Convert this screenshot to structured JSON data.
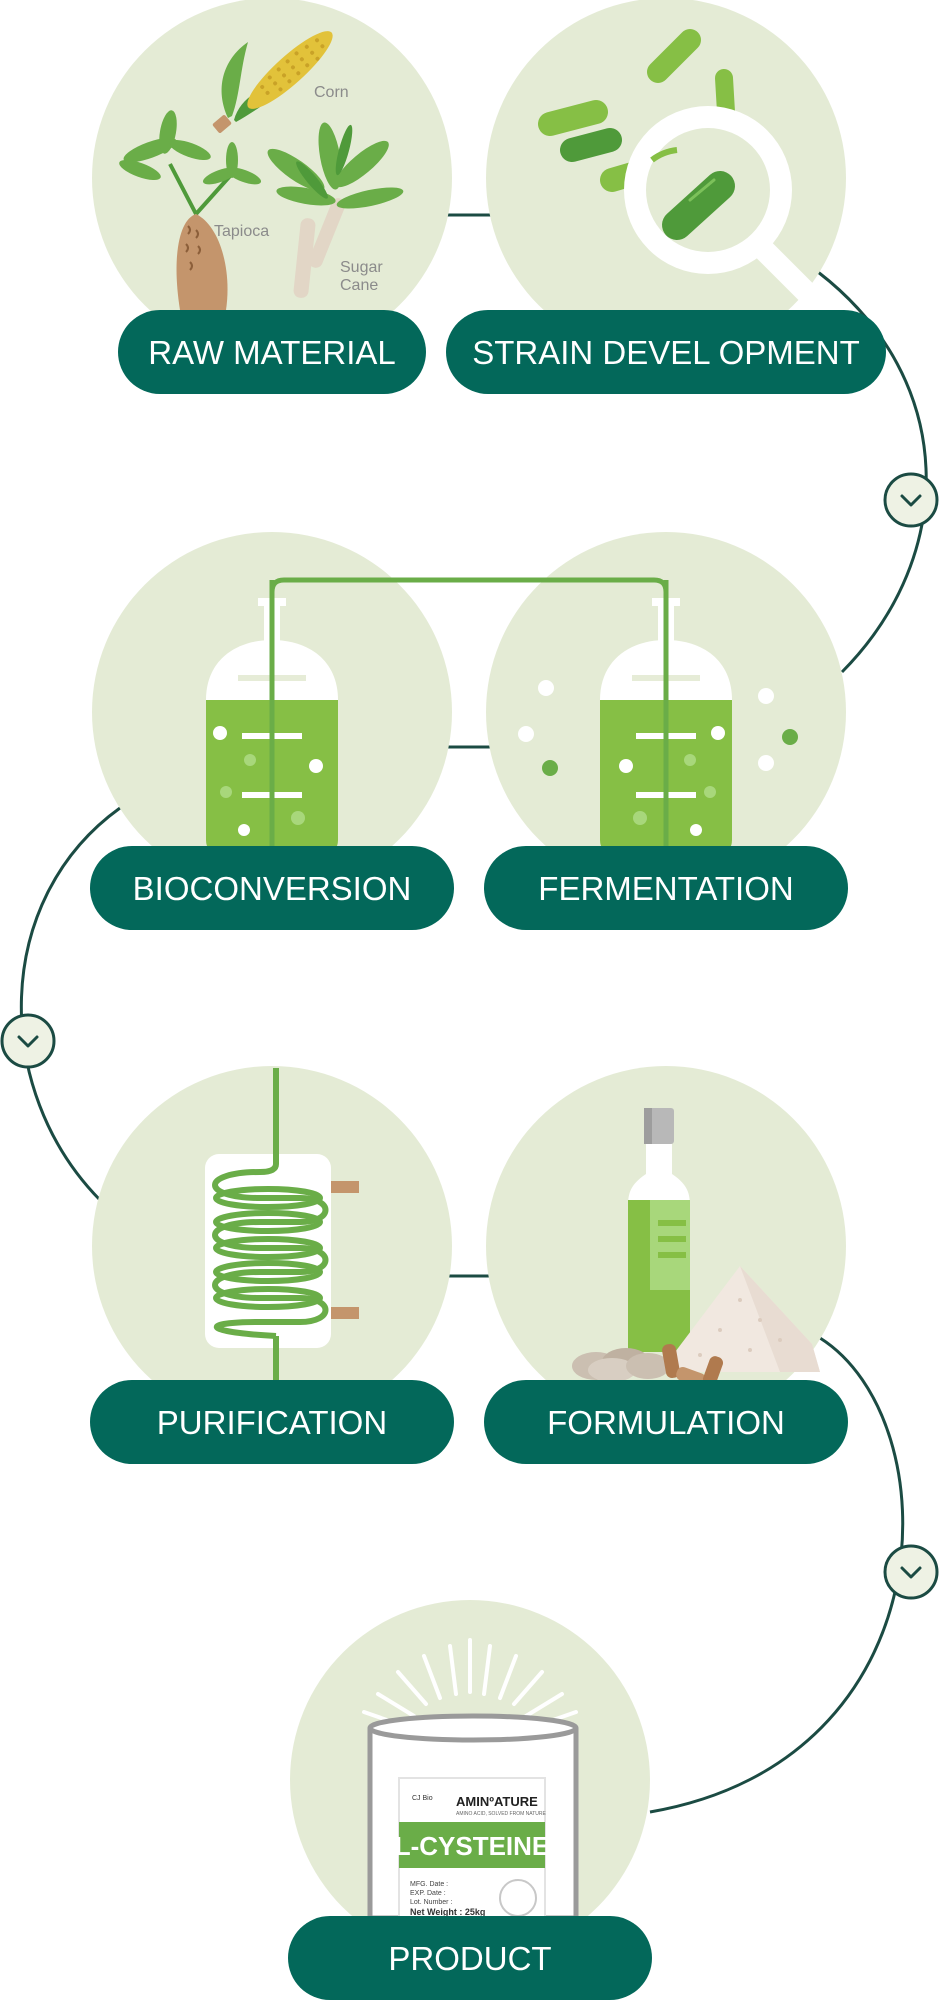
{
  "colors": {
    "pill": "#03685a",
    "pill_text": "#ffffff",
    "circle_bg": "#e4ebd5",
    "connector": "#1b4b43",
    "green_bright": "#86bf45",
    "green_dark": "#4f9a3a",
    "green_mid": "#6aad48",
    "green_pale": "#a8d77b",
    "tan": "#c4956c",
    "brown": "#b07a4e",
    "grey_label": "#8b8b8b"
  },
  "steps": [
    {
      "id": "raw_material",
      "label": "RAW MATERIAL"
    },
    {
      "id": "strain_development",
      "label": "STRAIN DEVEL OPMENT"
    },
    {
      "id": "bioconversion",
      "label": "BIOCONVERSION"
    },
    {
      "id": "fermentation",
      "label": "FERMENTATION"
    },
    {
      "id": "purification",
      "label": "PURIFICATION"
    },
    {
      "id": "formulation",
      "label": "FORMULATION"
    },
    {
      "id": "product",
      "label": "PRODUCT"
    }
  ],
  "raw_material_labels": {
    "corn": "Corn",
    "tapioca": "Tapioca",
    "sugar": "Sugar",
    "cane": "Cane"
  },
  "product_bag": {
    "brand_small": "CJ Bio",
    "brand": "AMINºATURE",
    "tagline": "AMINO ACID, SOLVED FROM NATURE",
    "product_name": "L-CYSTEINE",
    "mfg": "MFG. Date :",
    "exp": "EXP. Date :",
    "lot": "Lot. Number :",
    "weight": "Net Weight : 25kg"
  },
  "connector_icons": [
    "chevron-down-icon",
    "chevron-down-icon",
    "chevron-down-icon"
  ]
}
